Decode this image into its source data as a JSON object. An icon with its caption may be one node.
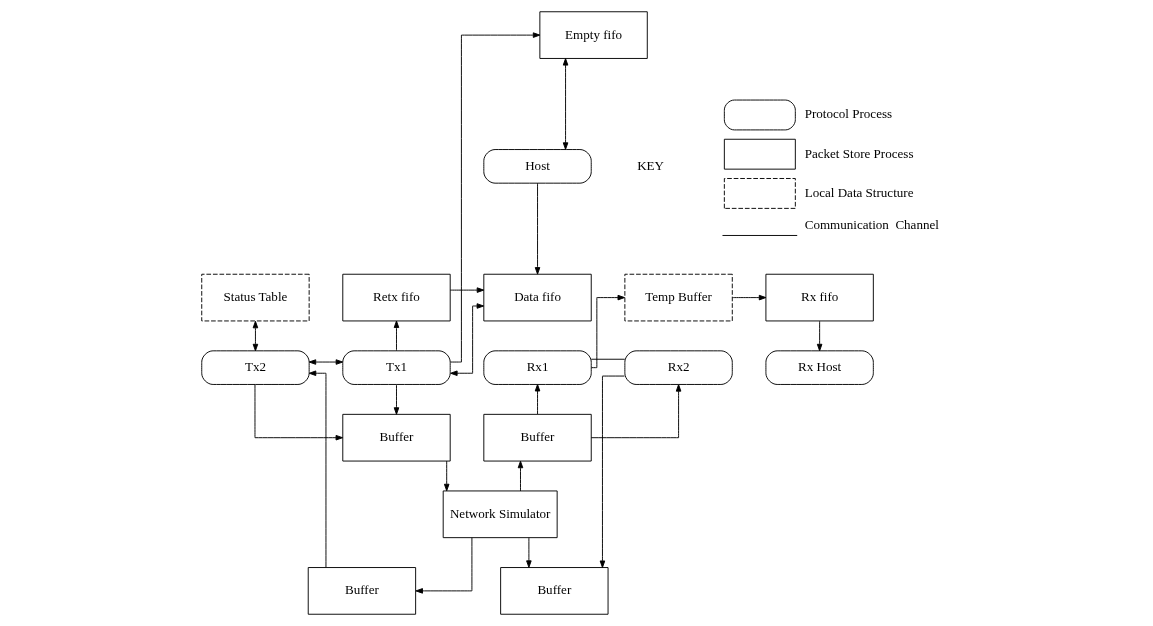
{
  "diagram": {
    "nodes": [
      {
        "text": [
          "Empty fifo"
        ]
      },
      {
        "text": [
          "Host"
        ]
      },
      {
        "text": [
          "Status Table"
        ]
      },
      {
        "text": [
          "Data fifo"
        ]
      },
      {
        "text": [
          "Retx fifo"
        ]
      },
      {
        "text": [
          "Rx fifo"
        ]
      },
      {
        "text": [
          "Temp Buffer"
        ]
      },
      {
        "text": [
          "Tx2"
        ]
      },
      {
        "text": [
          "Tx1"
        ]
      },
      {
        "text": [
          "Rx Host"
        ]
      },
      {
        "text": [
          "Rx1"
        ]
      },
      {
        "text": [
          "Rx2"
        ]
      },
      {
        "text": [
          "Buffer"
        ]
      },
      {
        "text": [
          "Network Simulator"
        ]
      },
      {
        "text": [
          "Buffer"
        ]
      },
      {
        "text": [
          "Buffer"
        ]
      },
      {
        "text": [
          "Buffer"
        ]
      }
    ],
    "edges": [
      {
        "from": 8,
        "to": 0,
        "arrow": "to"
      },
      {
        "from": 0,
        "to": 1,
        "arrow": "both"
      },
      {
        "from": 1,
        "to": 3,
        "arrow": "to"
      },
      {
        "from": 4,
        "to": 3,
        "arrow": "to"
      },
      {
        "from": 2,
        "to": 7,
        "arrow": "both"
      },
      {
        "from": 3,
        "to": 8,
        "arrow": "both"
      },
      {
        "from": 8,
        "to": 4,
        "arrow": "to"
      },
      {
        "from": 7,
        "to": 8,
        "arrow": "both"
      },
      {
        "from": 8,
        "to": 12,
        "arrow": "to"
      },
      {
        "from": 7,
        "to": 12,
        "arrow": "to"
      },
      {
        "from": 15,
        "to": 7,
        "arrow": "to"
      },
      {
        "from": 12,
        "to": 13,
        "arrow": "to"
      },
      {
        "from": 13,
        "to": 15,
        "arrow": "to"
      },
      {
        "from": 13,
        "to": 14,
        "arrow": "to"
      },
      {
        "from": 13,
        "to": 16,
        "arrow": "to"
      },
      {
        "from": 14,
        "to": 10,
        "arrow": "to"
      },
      {
        "from": 14,
        "to": 11,
        "arrow": "to"
      },
      {
        "from": 11,
        "to": 16,
        "arrow": "to"
      },
      {
        "from": 5,
        "to": 9,
        "arrow": "to"
      },
      {
        "from": 10,
        "to": 6,
        "arrow": "to"
      },
      {
        "from": 6,
        "to": 5,
        "arrow": "to"
      },
      {
        "from": 10,
        "to": 11,
        "arrow": "none"
      }
    ],
    "labels": [
      "KEY"
    ],
    "legend": [
      {
        "text": "Protocol Process"
      },
      {
        "text": "Packet Store Process"
      },
      {
        "text": "Local Data Structure"
      },
      {
        "text": "Communication  Channel"
      }
    ]
  }
}
